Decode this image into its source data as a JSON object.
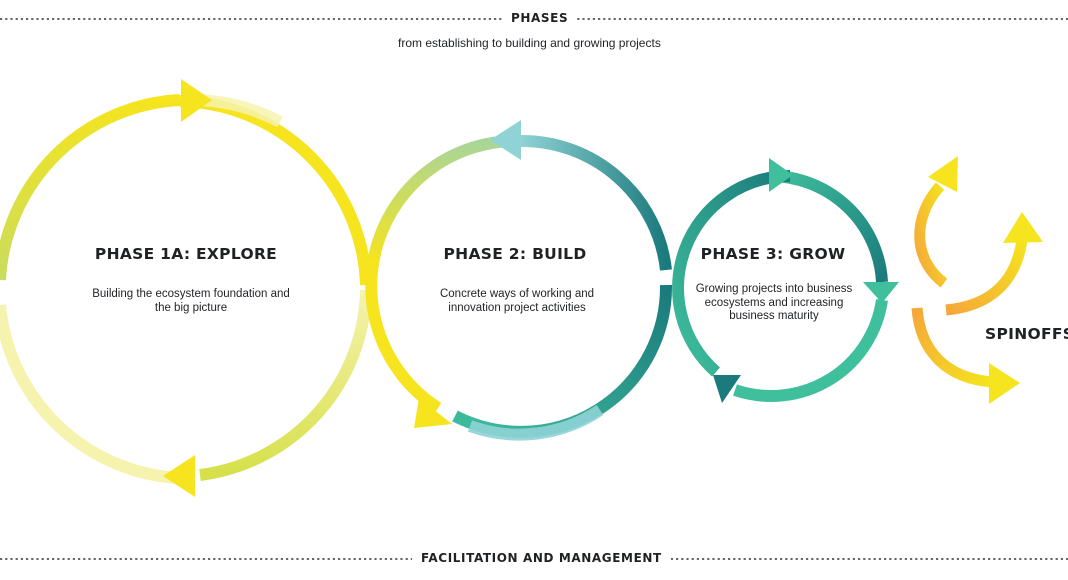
{
  "header": {
    "title": "PHASES",
    "subtitle": "from establishing to building and growing projects"
  },
  "phases": [
    {
      "title": "PHASE 1A: EXPLORE",
      "description": "Building the ecosystem foundation and the big picture",
      "colors": [
        "#f5e41e",
        "#f6f3ae",
        "#d6e04a"
      ]
    },
    {
      "title": "PHASE 2: BUILD",
      "description": "Concrete ways of working and innovation project activities",
      "colors": [
        "#f5e41e",
        "#8fd3d6",
        "#1b7a7c",
        "#3fbd9d"
      ]
    },
    {
      "title": "PHASE 3: GROW",
      "description": "Growing projects into business ecosystems and increasing business maturity",
      "colors": [
        "#3fbf9c",
        "#1b7a7c"
      ]
    }
  ],
  "spinoffs": {
    "label": "SPINOFFS",
    "colors": [
      "#f5a73a",
      "#f5e41e"
    ]
  },
  "footer": {
    "title": "FACILITATION AND MANAGEMENT"
  }
}
